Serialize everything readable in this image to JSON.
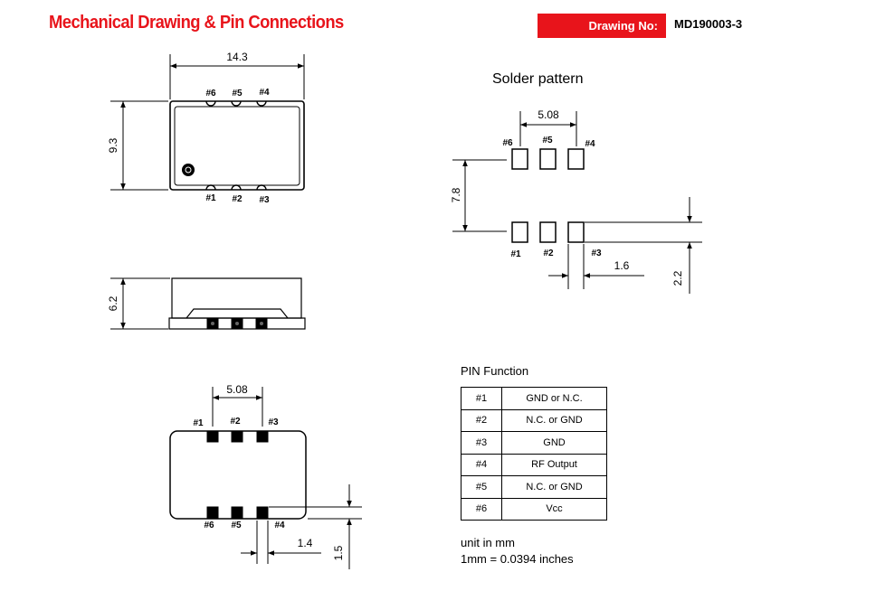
{
  "header": {
    "title": "Mechanical Drawing & Pin Connections",
    "drawing_no_label": "Drawing No:",
    "drawing_no_value": "MD190003-3"
  },
  "top_view": {
    "width_dim": "14.3",
    "height_dim": "9.3",
    "pins_top": [
      "#6",
      "#5",
      "#4"
    ],
    "pins_bottom": [
      "#1",
      "#2",
      "#3"
    ]
  },
  "side_view": {
    "height_dim": "6.2"
  },
  "bottom_view": {
    "pitch_dim": "5.08",
    "pad_width_dim": "1.4",
    "pad_height_dim": "1.5",
    "pins_top": [
      "#1",
      "#2",
      "#3"
    ],
    "pins_bottom": [
      "#6",
      "#5",
      "#4"
    ]
  },
  "solder_pattern": {
    "title": "Solder pattern",
    "pitch_dim": "5.08",
    "row_spacing_dim": "7.8",
    "pad_width_dim": "1.6",
    "pad_height_dim": "2.2",
    "pins_top": [
      "#6",
      "#5",
      "#4"
    ],
    "pins_bottom": [
      "#1",
      "#2",
      "#3"
    ]
  },
  "pin_function": {
    "title": "PIN Function",
    "rows": [
      {
        "pin": "#1",
        "function": "GND or N.C."
      },
      {
        "pin": "#2",
        "function": "N.C. or GND"
      },
      {
        "pin": "#3",
        "function": "GND"
      },
      {
        "pin": "#4",
        "function": "RF Output"
      },
      {
        "pin": "#5",
        "function": "N.C. or GND"
      },
      {
        "pin": "#6",
        "function": "Vcc"
      }
    ]
  },
  "units": {
    "line1": "unit in mm",
    "line2": "1mm = 0.0394 inches"
  },
  "colors": {
    "accent": "#e8141b"
  }
}
